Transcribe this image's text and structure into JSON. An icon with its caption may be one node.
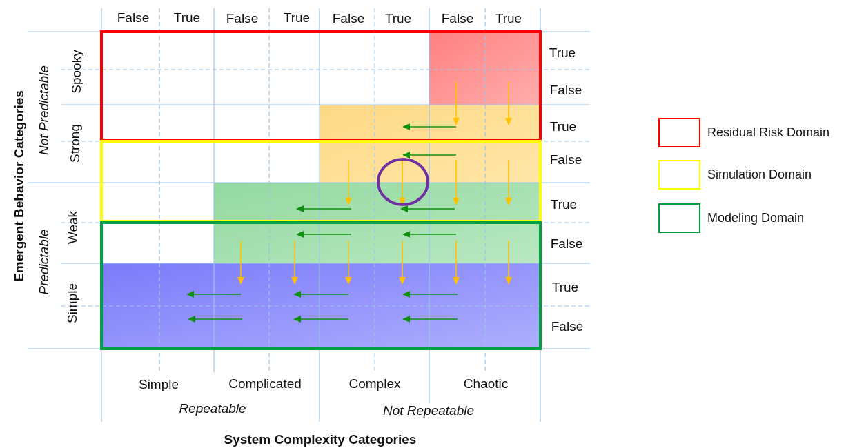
{
  "diagram": {
    "labels": [
      "False",
      "True",
      "False",
      "True",
      "False",
      "True",
      "False",
      "True",
      "Emergent Behavior Categories",
      "Not Predictable",
      "Predictable",
      "Spooky",
      "Strong",
      "Weak",
      "Simple",
      "True",
      "False",
      "True",
      "False",
      "True",
      "False",
      "True",
      "False",
      "Simple",
      "Complicated",
      "Complex",
      "Chaotic",
      "Repeatable",
      "Not Repeatable",
      "System Complexity Categories"
    ],
    "legend": [
      {
        "text": "Residual Risk Domain",
        "color": "#ff0000"
      },
      {
        "text": "Simulation Domain",
        "color": "#ffff00"
      },
      {
        "text": "Modeling Domain",
        "color": "#00a040"
      }
    ]
  }
}
